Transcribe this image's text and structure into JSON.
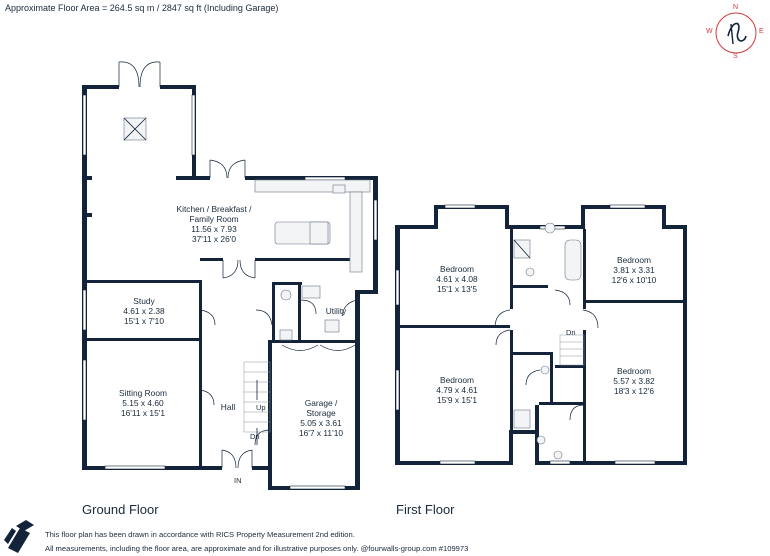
{
  "header": {
    "area_text": "Approximate Floor Area = 264.5 sq m / 2847 sq ft (Including Garage)"
  },
  "compass": {
    "n": "N",
    "s": "S",
    "e": "E",
    "w": "W"
  },
  "colors": {
    "wall": "#12233a",
    "text": "#1a2a3a",
    "compass": "#d23a3a"
  },
  "ground_floor": {
    "title": "Ground Floor",
    "rooms": {
      "kitchen": {
        "name1": "Kitchen / Breakfast /",
        "name2": "Family Room",
        "metric": "11.56 x 7.93",
        "imperial": "37'11 x 26'0"
      },
      "study": {
        "name": "Study",
        "metric": "4.61 x 2.38",
        "imperial": "15'1 x 7'10"
      },
      "utility": {
        "name": "Utility"
      },
      "sitting": {
        "name": "Sitting Room",
        "metric": "5.15 x 4.60",
        "imperial": "16'11 x 15'1"
      },
      "hall": {
        "name": "Hall"
      },
      "garage": {
        "name1": "Garage /",
        "name2": "Storage",
        "metric": "5.05 x 3.61",
        "imperial": "16'7 x 11'10"
      }
    },
    "labels": {
      "up": "Up",
      "dn": "Dn",
      "in": "IN"
    }
  },
  "first_floor": {
    "title": "First Floor",
    "rooms": {
      "bed1": {
        "name": "Bedroom",
        "metric": "4.61 x 4.08",
        "imperial": "15'1 x 13'5"
      },
      "bed2": {
        "name": "Bedroom",
        "metric": "3.81 x 3.31",
        "imperial": "12'6 x 10'10"
      },
      "bed3": {
        "name": "Bedroom",
        "metric": "4.79 x 4.61",
        "imperial": "15'9 x 15'1"
      },
      "bed4": {
        "name": "Bedroom",
        "metric": "5.57 x 3.82",
        "imperial": "18'3 x 12'6"
      }
    },
    "labels": {
      "dn": "Dn"
    }
  },
  "footer": {
    "line1": "This floor plan has been drawn in accordance with RICS Property Measurement 2nd edition.",
    "line2": "All measurements, including the floor area, are approximate and for illustrative purposes only. @fourwalls-group.com #109973"
  }
}
